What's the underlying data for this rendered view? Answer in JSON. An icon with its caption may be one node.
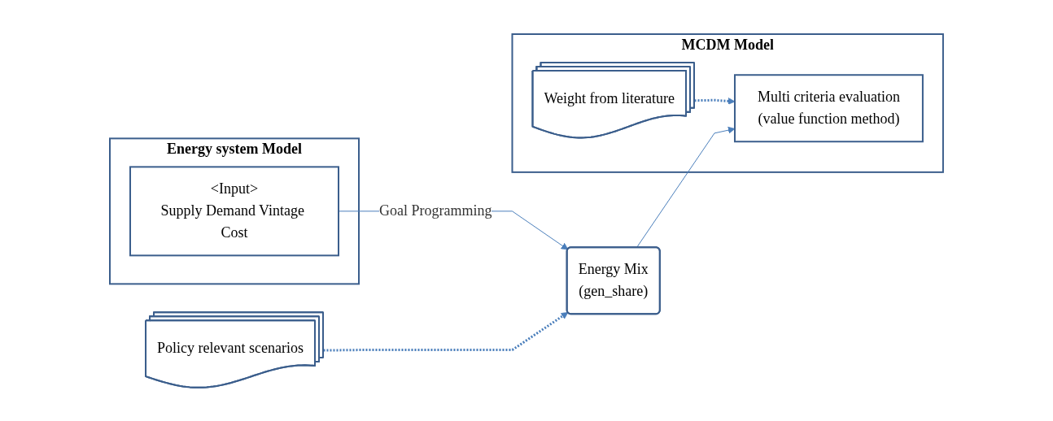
{
  "diagram": {
    "nodes": [
      {
        "text": [
          "Energy system Model"
        ]
      },
      {
        "text": [
          "MCDM Model"
        ]
      },
      {
        "text": [
          "<Input>",
          "Supply Demand Vintage Cost"
        ],
        "in": 0
      },
      {
        "text": [
          "Policy relevant scenarios"
        ]
      },
      {
        "text": [
          "Energy Mix",
          "(gen_share)"
        ]
      },
      {
        "text": [
          "Weight from literature"
        ],
        "in": 1
      },
      {
        "text": [
          "Multi criteria evaluation",
          "(value function method)"
        ],
        "in": 1
      }
    ],
    "edges": [
      {
        "from": 2,
        "to": 4,
        "arrow": "to",
        "label": "Goal Programming"
      },
      {
        "from": 3,
        "to": 4,
        "arrow": "to",
        "style": "dashed"
      },
      {
        "from": 5,
        "to": 6,
        "arrow": "to",
        "style": "dashed"
      },
      {
        "from": 4,
        "to": 6,
        "arrow": "to"
      }
    ]
  }
}
